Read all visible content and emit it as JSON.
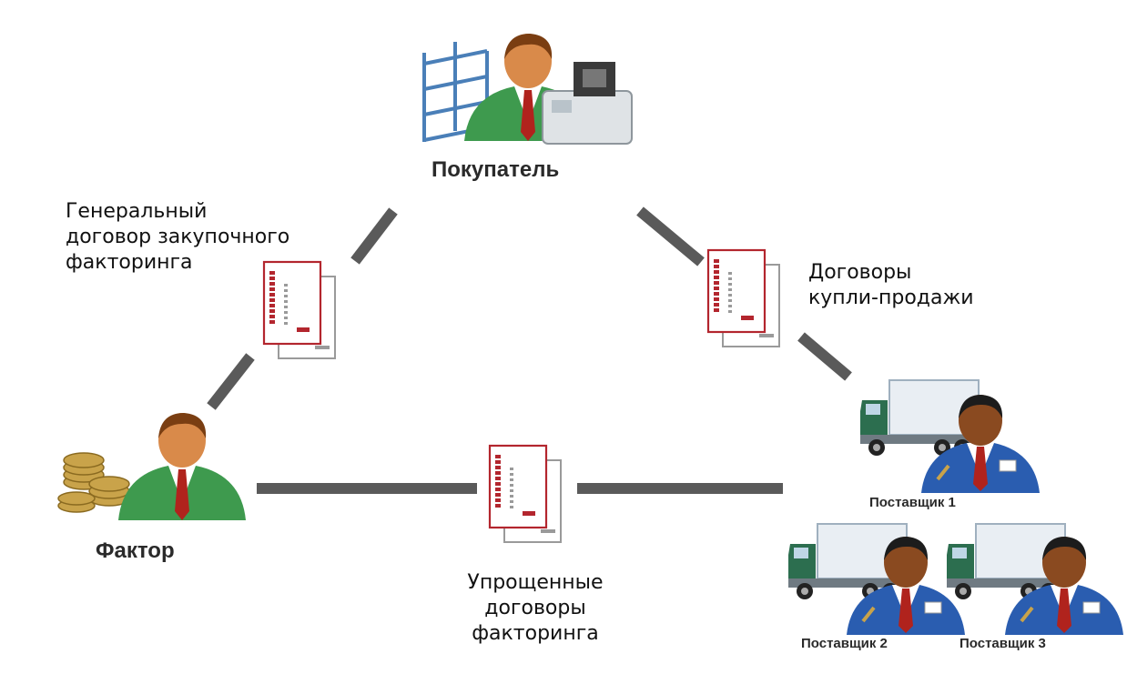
{
  "nodes": {
    "buyer": "Покупатель",
    "factor": "Фактор",
    "supplier_1": "Поставщик 1",
    "supplier_2": "Поставщик 2",
    "supplier_3": "Поставщик 3"
  },
  "edges": {
    "general_contract": "Генеральный\nдоговор закупочного\nфакторинга",
    "sale_contracts": "Договоры\nкупли-продажи",
    "simplified_contracts": "Упрощенные\nдоговоры\nфакторинга"
  },
  "colors": {
    "connector": "#5a5a5a",
    "document_red": "#b3262e",
    "suit_green": "#3e9a4e",
    "suit_blue": "#2a5db0",
    "tie_red": "#b0231d",
    "skin": "#d98a4a",
    "hair": "#7a3e12",
    "coin": "#c9a34a"
  }
}
